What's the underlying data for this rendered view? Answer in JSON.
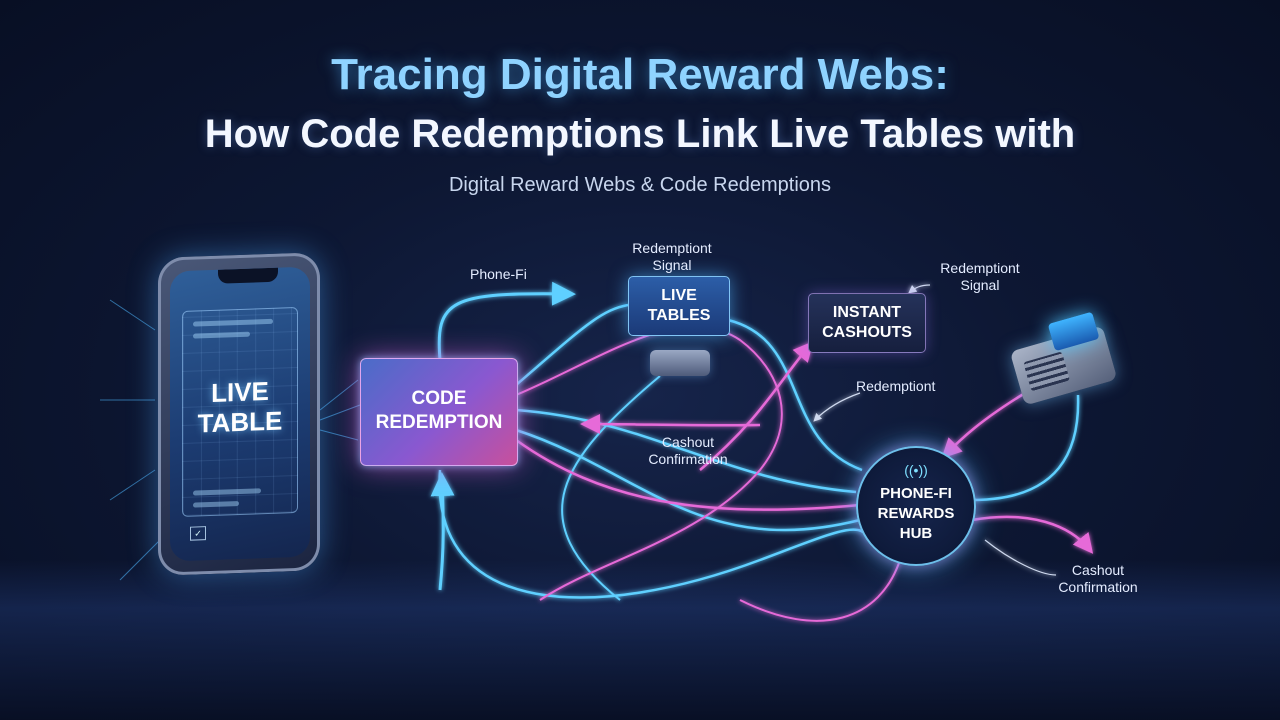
{
  "header": {
    "title_line1": "Tracing Digital Reward Webs:",
    "title_line2": "How Code Redemptions Link Live Tables with",
    "subtitle": "Digital Reward Webs & Code Redemptions"
  },
  "nodes": {
    "phone": {
      "line1": "LIVE",
      "line2": "TABLE"
    },
    "code_redemption": {
      "line1": "CODE",
      "line2": "REDEMPTION"
    },
    "live_tables": {
      "line1": "LIVE",
      "line2": "TABLES"
    },
    "instant_cashouts": {
      "line1": "INSTANT",
      "line2": "CASHOUTS"
    },
    "hub": {
      "line1": "PHONE-FI",
      "line2": "REWARDS",
      "line3": "HUB"
    }
  },
  "flow_labels": {
    "phone_fi": "Phone-Fi",
    "redemption_signal_top": {
      "line1": "Redemptiont",
      "line2": "Signal"
    },
    "redemption_signal_right": {
      "line1": "Redemptiont",
      "line2": "Signal"
    },
    "redemption_mid": "Redemptiont",
    "cashout_confirmation_mid": {
      "line1": "Cashout",
      "line2": "Confirmation"
    },
    "cashout_confirmation_right": {
      "line1": "Cashout",
      "line2": "Confirmation"
    }
  },
  "colors": {
    "cyan": "#5fd0ff",
    "magenta": "#e66ad8",
    "title": "#8fd3ff"
  }
}
